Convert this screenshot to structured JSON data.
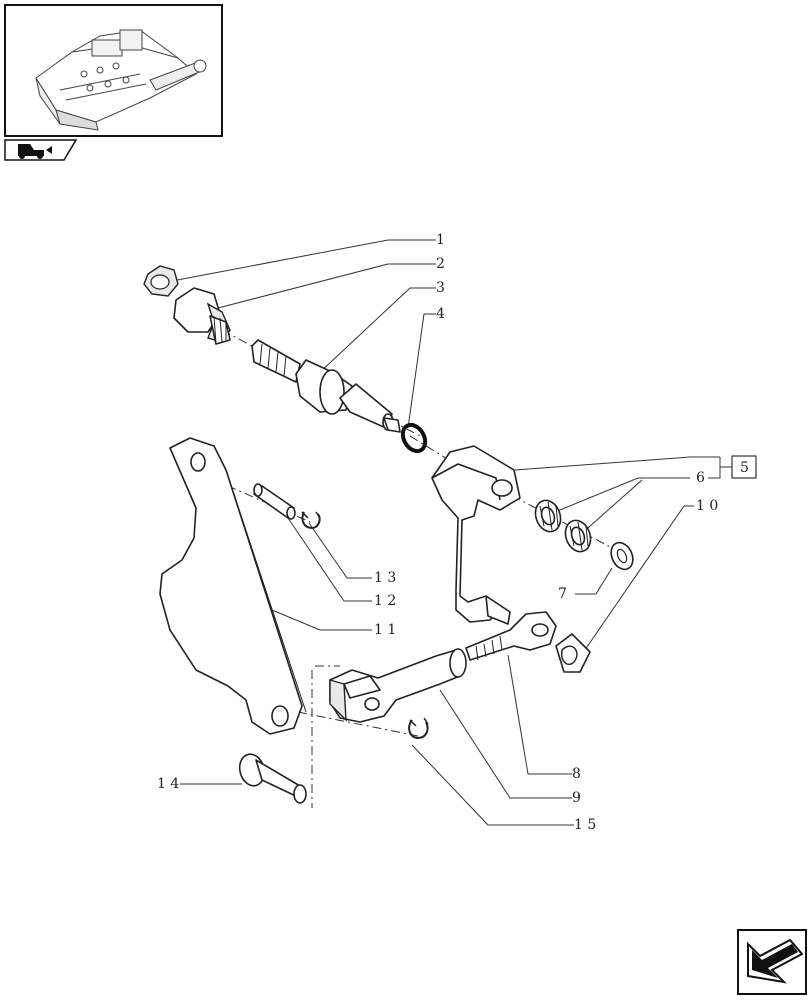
{
  "callouts": {
    "c1": "1",
    "c2": "2",
    "c3": "3",
    "c4": "4",
    "c5": "5",
    "c6": "6",
    "c7": "7",
    "c8": "8",
    "c9": "9",
    "c10": "1 0",
    "c11": "1 1",
    "c12": "1 2",
    "c13": "1 3",
    "c14": "1 4",
    "c15": "1 5"
  },
  "icons": {
    "thumbnail": "hydraulic-lift-assembly-thumbnail",
    "tab": "tractor-icon",
    "nav": "next-page-arrow-icon"
  }
}
